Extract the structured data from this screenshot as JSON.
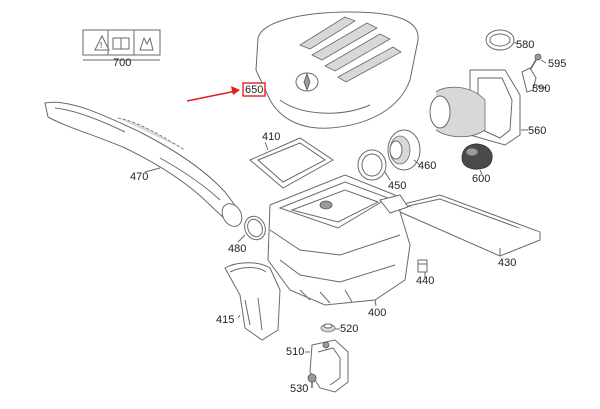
{
  "callouts": {
    "c700": "700",
    "c650": "650",
    "c580": "580",
    "c595": "595",
    "c590": "590",
    "c560": "560",
    "c410": "410",
    "c470": "470",
    "c460": "460",
    "c600": "600",
    "c450": "450",
    "c430": "430",
    "c480": "480",
    "c440": "440",
    "c400": "400",
    "c415": "415",
    "c520": "520",
    "c510": "510",
    "c530": "530"
  },
  "colors": {
    "highlight": "#e02020",
    "arrow": "#e02020",
    "ink": "#6a6a6a"
  }
}
